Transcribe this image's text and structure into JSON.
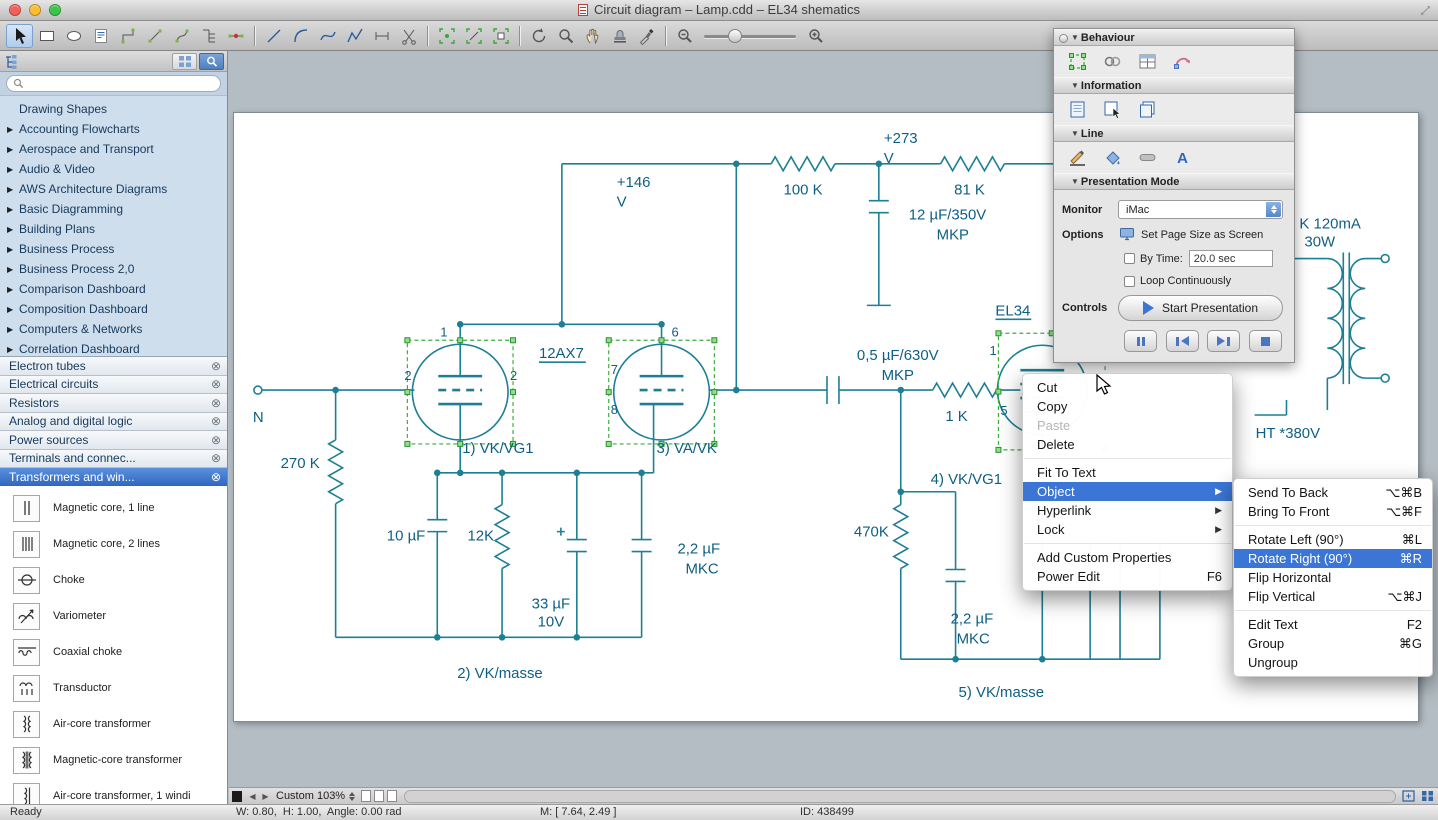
{
  "window": {
    "title": "Circuit diagram – Lamp.cdd – EL34 shematics"
  },
  "icons": {
    "disclosure_arrow": "▶",
    "submenu_arrow": "▶",
    "section_arrow": "▼",
    "library_close": "⊗",
    "scroll_left": "◀",
    "scroll_right": "▶",
    "text_style": "A"
  },
  "colors": {
    "accent_blue": "#3b76d6",
    "selection_green": "#3fae3f",
    "circuit_line": "#1d7f95",
    "circuit_text": "#0e5f86",
    "sidebar_selected": "#2f66c0",
    "traffic_close": "#f45f57",
    "traffic_minimize": "#fcbc2f",
    "traffic_zoom": "#39c549"
  },
  "sidebar": {
    "libraries": [
      "Drawing Shapes",
      "Accounting Flowcharts",
      "Aerospace and Transport",
      "Audio & Video",
      "AWS Architecture Diagrams",
      "Basic Diagramming",
      "Building Plans",
      "Business Process",
      "Business Process 2,0",
      "Comparison Dashboard",
      "Composition Dashboard",
      "Computers & Networks",
      "Correlation Dashboard"
    ],
    "open_libraries": [
      "Electron tubes",
      "Electrical circuits",
      "Resistors",
      "Analog and digital logic",
      "Power sources",
      "Terminals and connec...",
      "Transformers and win..."
    ],
    "shapes": [
      "Magnetic core, 1 line",
      "Magnetic core, 2 lines",
      "Choke",
      "Variometer",
      "Coaxial choke",
      "Transductor",
      "Air-core transformer",
      "Magnetic-core transformer",
      "Air-core transformer, 1 windi"
    ]
  },
  "panel": {
    "behaviour_title": "Behaviour",
    "information_title": "Information",
    "line_title": "Line",
    "presentation_title": "Presentation Mode",
    "monitor_label": "Monitor",
    "monitor_value": "iMac",
    "options_label": "Options",
    "set_page_size_label": "Set Page Size as Screen",
    "by_time_label": "By Time:",
    "by_time_value": "20.0 sec",
    "loop_label": "Loop Continuously",
    "controls_label": "Controls",
    "start_presentation_label": "Start Presentation"
  },
  "context_menu": {
    "cut": "Cut",
    "copy": "Copy",
    "paste": "Paste",
    "delete": "Delete",
    "fit_to_text": "Fit To Text",
    "object": "Object",
    "hyperlink": "Hyperlink",
    "lock": "Lock",
    "add_custom_properties": "Add Custom Properties",
    "power_edit": "Power Edit",
    "power_edit_key": "F6"
  },
  "submenu": {
    "send_to_back": "Send To Back",
    "send_to_back_key": "⌥⌘B",
    "bring_to_front": "Bring To Front",
    "bring_to_front_key": "⌥⌘F",
    "rotate_left": "Rotate Left (90°)",
    "rotate_left_key": "⌘L",
    "rotate_right": "Rotate Right (90°)",
    "rotate_right_key": "⌘R",
    "flip_horizontal": "Flip Horizontal",
    "flip_vertical": "Flip Vertical",
    "flip_vertical_key": "⌥⌘J",
    "edit_text": "Edit Text",
    "edit_text_key": "F2",
    "group": "Group",
    "group_key": "⌘G",
    "ungroup": "Ungroup"
  },
  "circuit": {
    "v273": "+273",
    "v273_unit": "V",
    "v146": "+146",
    "v146_unit": "V",
    "r100k": "100 K",
    "r81k": "81 K",
    "r270k": "270 K",
    "r12k": "12K",
    "r1k": "1 K",
    "r470k": "470K",
    "c12uf_line1": "12 µF/350V",
    "c12uf_line2": "MKP",
    "c05uf_line1": "0,5 µF/630V",
    "c05uf_line2": "MKP",
    "c10uf": "10 µF",
    "c33uf_line1": "33 µF",
    "c33uf_line2": "10V",
    "c22a_line1": "2,2 µF",
    "c22a_line2": "MKC",
    "c22b_line1": "2,2 µF",
    "c22b_line2": "MKC",
    "tube1_name": "12AX7",
    "tube2_name": "EL34",
    "n_terminal": "N",
    "label1": "1) VK/VG1",
    "label2": "2) VK/masse",
    "label3": "3) VA/VK",
    "label4": "4) VK/VG1",
    "label5": "5) VK/masse",
    "ht_label": "HT *380V",
    "k_label": "K 120mA",
    "w_label": "30W",
    "pin1": "1",
    "pin2l": "2",
    "pin2r": "2",
    "pin6": "6",
    "pin7": "7",
    "pin8": "8",
    "pin_e1": "1",
    "pin_e5": "5"
  },
  "zoombar": {
    "zoom_value": "Custom 103%"
  },
  "status_bar": {
    "ready": "Ready",
    "dimensions": "W: 0.80,  H: 1.00,  Angle: 0.00 rad",
    "mouse": "M: [ 7.64, 2.49 ]",
    "id": "ID: 438499"
  }
}
